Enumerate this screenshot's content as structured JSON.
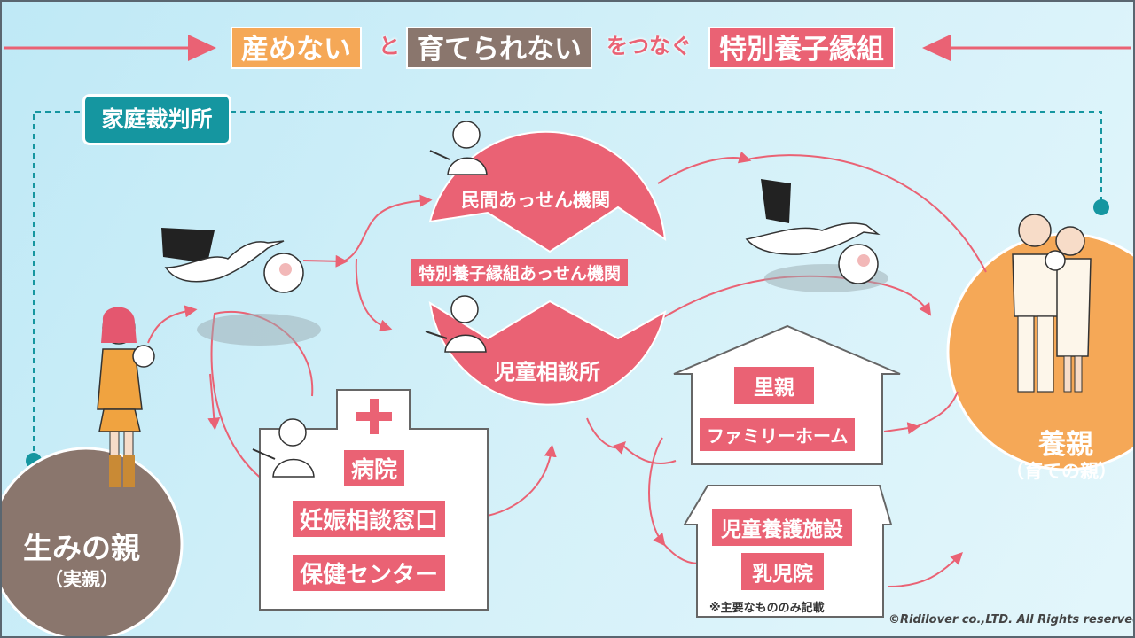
{
  "title": {
    "part1": "産めない",
    "join1": "と",
    "part2": "育てられない",
    "join2": "をつなぐ",
    "part3": "特別養子縁組"
  },
  "court": "家庭裁判所",
  "birth_parent": {
    "name": "生みの親",
    "sub": "（実親）"
  },
  "adoptive_parent": {
    "name": "養親",
    "sub": "（育ての親）"
  },
  "agencies": {
    "private": "民間あっせん機関",
    "group_label": "特別養子縁組あっせん機関",
    "child_center": "児童相談所"
  },
  "hospital_items": [
    "病院",
    "妊娠相談窓口",
    "保健センター"
  ],
  "foster_items": [
    "里親",
    "ファミリーホーム"
  ],
  "facility_items": [
    "児童養護施設",
    "乳児院"
  ],
  "note": "※主要なもののみ記載",
  "copyright": "©Ridilover co.,LTD. All Rights reserved.",
  "colors": {
    "accent_pink": "#ea6274",
    "orange": "#f5a857",
    "brown": "#8a766d",
    "teal": "#1596a0"
  }
}
